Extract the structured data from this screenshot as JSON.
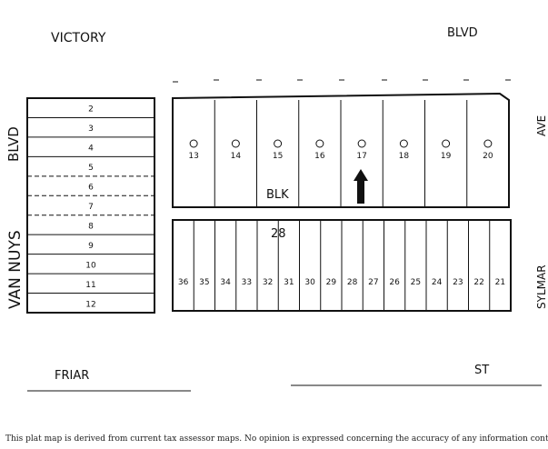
{
  "streets": {
    "victory": "VICTORY",
    "blvd_top": "BLVD",
    "blvd_left": "BLVD",
    "van_nuys": "VAN NUYS",
    "friar": "FRIAR",
    "st": "ST",
    "ave": "AVE",
    "sylmar": "SYLMAR"
  },
  "block_label": "BLK",
  "block_number": "28",
  "left_lots": [
    "2",
    "3",
    "4",
    "5",
    "6",
    "7",
    "8",
    "9",
    "10",
    "11",
    "12"
  ],
  "top_lots": [
    "13",
    "14",
    "15",
    "16",
    "17",
    "18",
    "19",
    "20"
  ],
  "bottom_lots": [
    "36",
    "35",
    "34",
    "33",
    "32",
    "31",
    "30",
    "29",
    "28",
    "27",
    "26",
    "25",
    "24",
    "23",
    "22",
    "21"
  ],
  "highlighted_lot": "17",
  "footer": "This plat map is derived from current tax assessor maps. No opinion is expressed concerning the accuracy of any information contained"
}
